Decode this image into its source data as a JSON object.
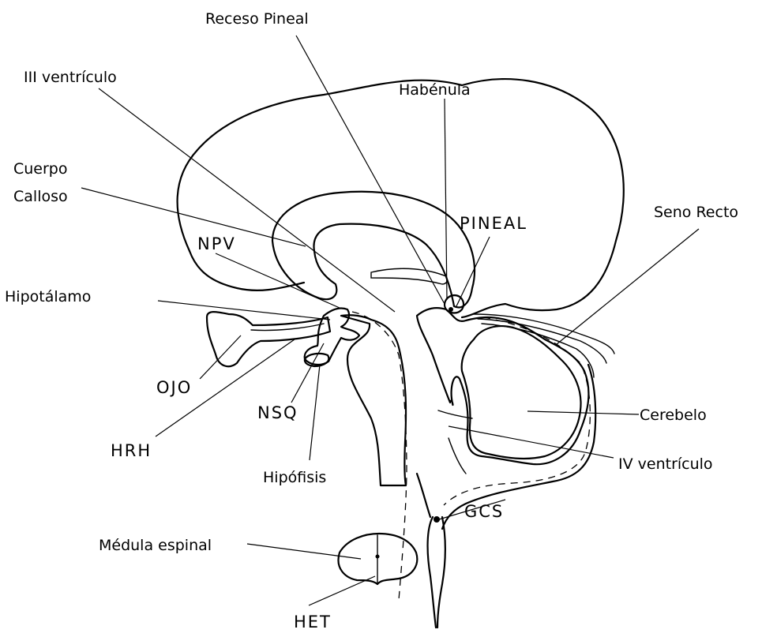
{
  "labels": {
    "receso_pineal": "Receso Pineal",
    "iii_ventriculo": "III ventrículo",
    "habenula": "Habénula",
    "cuerpo": "Cuerpo",
    "calloso": "Calloso",
    "pineal": "PINEAL",
    "seno_recto": "Seno Recto",
    "npv": "NPV",
    "hipotalamo": "Hipotálamo",
    "ojo": "OJO",
    "nsq": "NSQ",
    "hrh": "HRH",
    "hipofisis": "Hipófisis",
    "cerebelo": "Cerebelo",
    "iv_ventriculo": "IV ventrículo",
    "gcs": "GCS",
    "medula_espinal": "Médula espinal",
    "het": "HET"
  }
}
